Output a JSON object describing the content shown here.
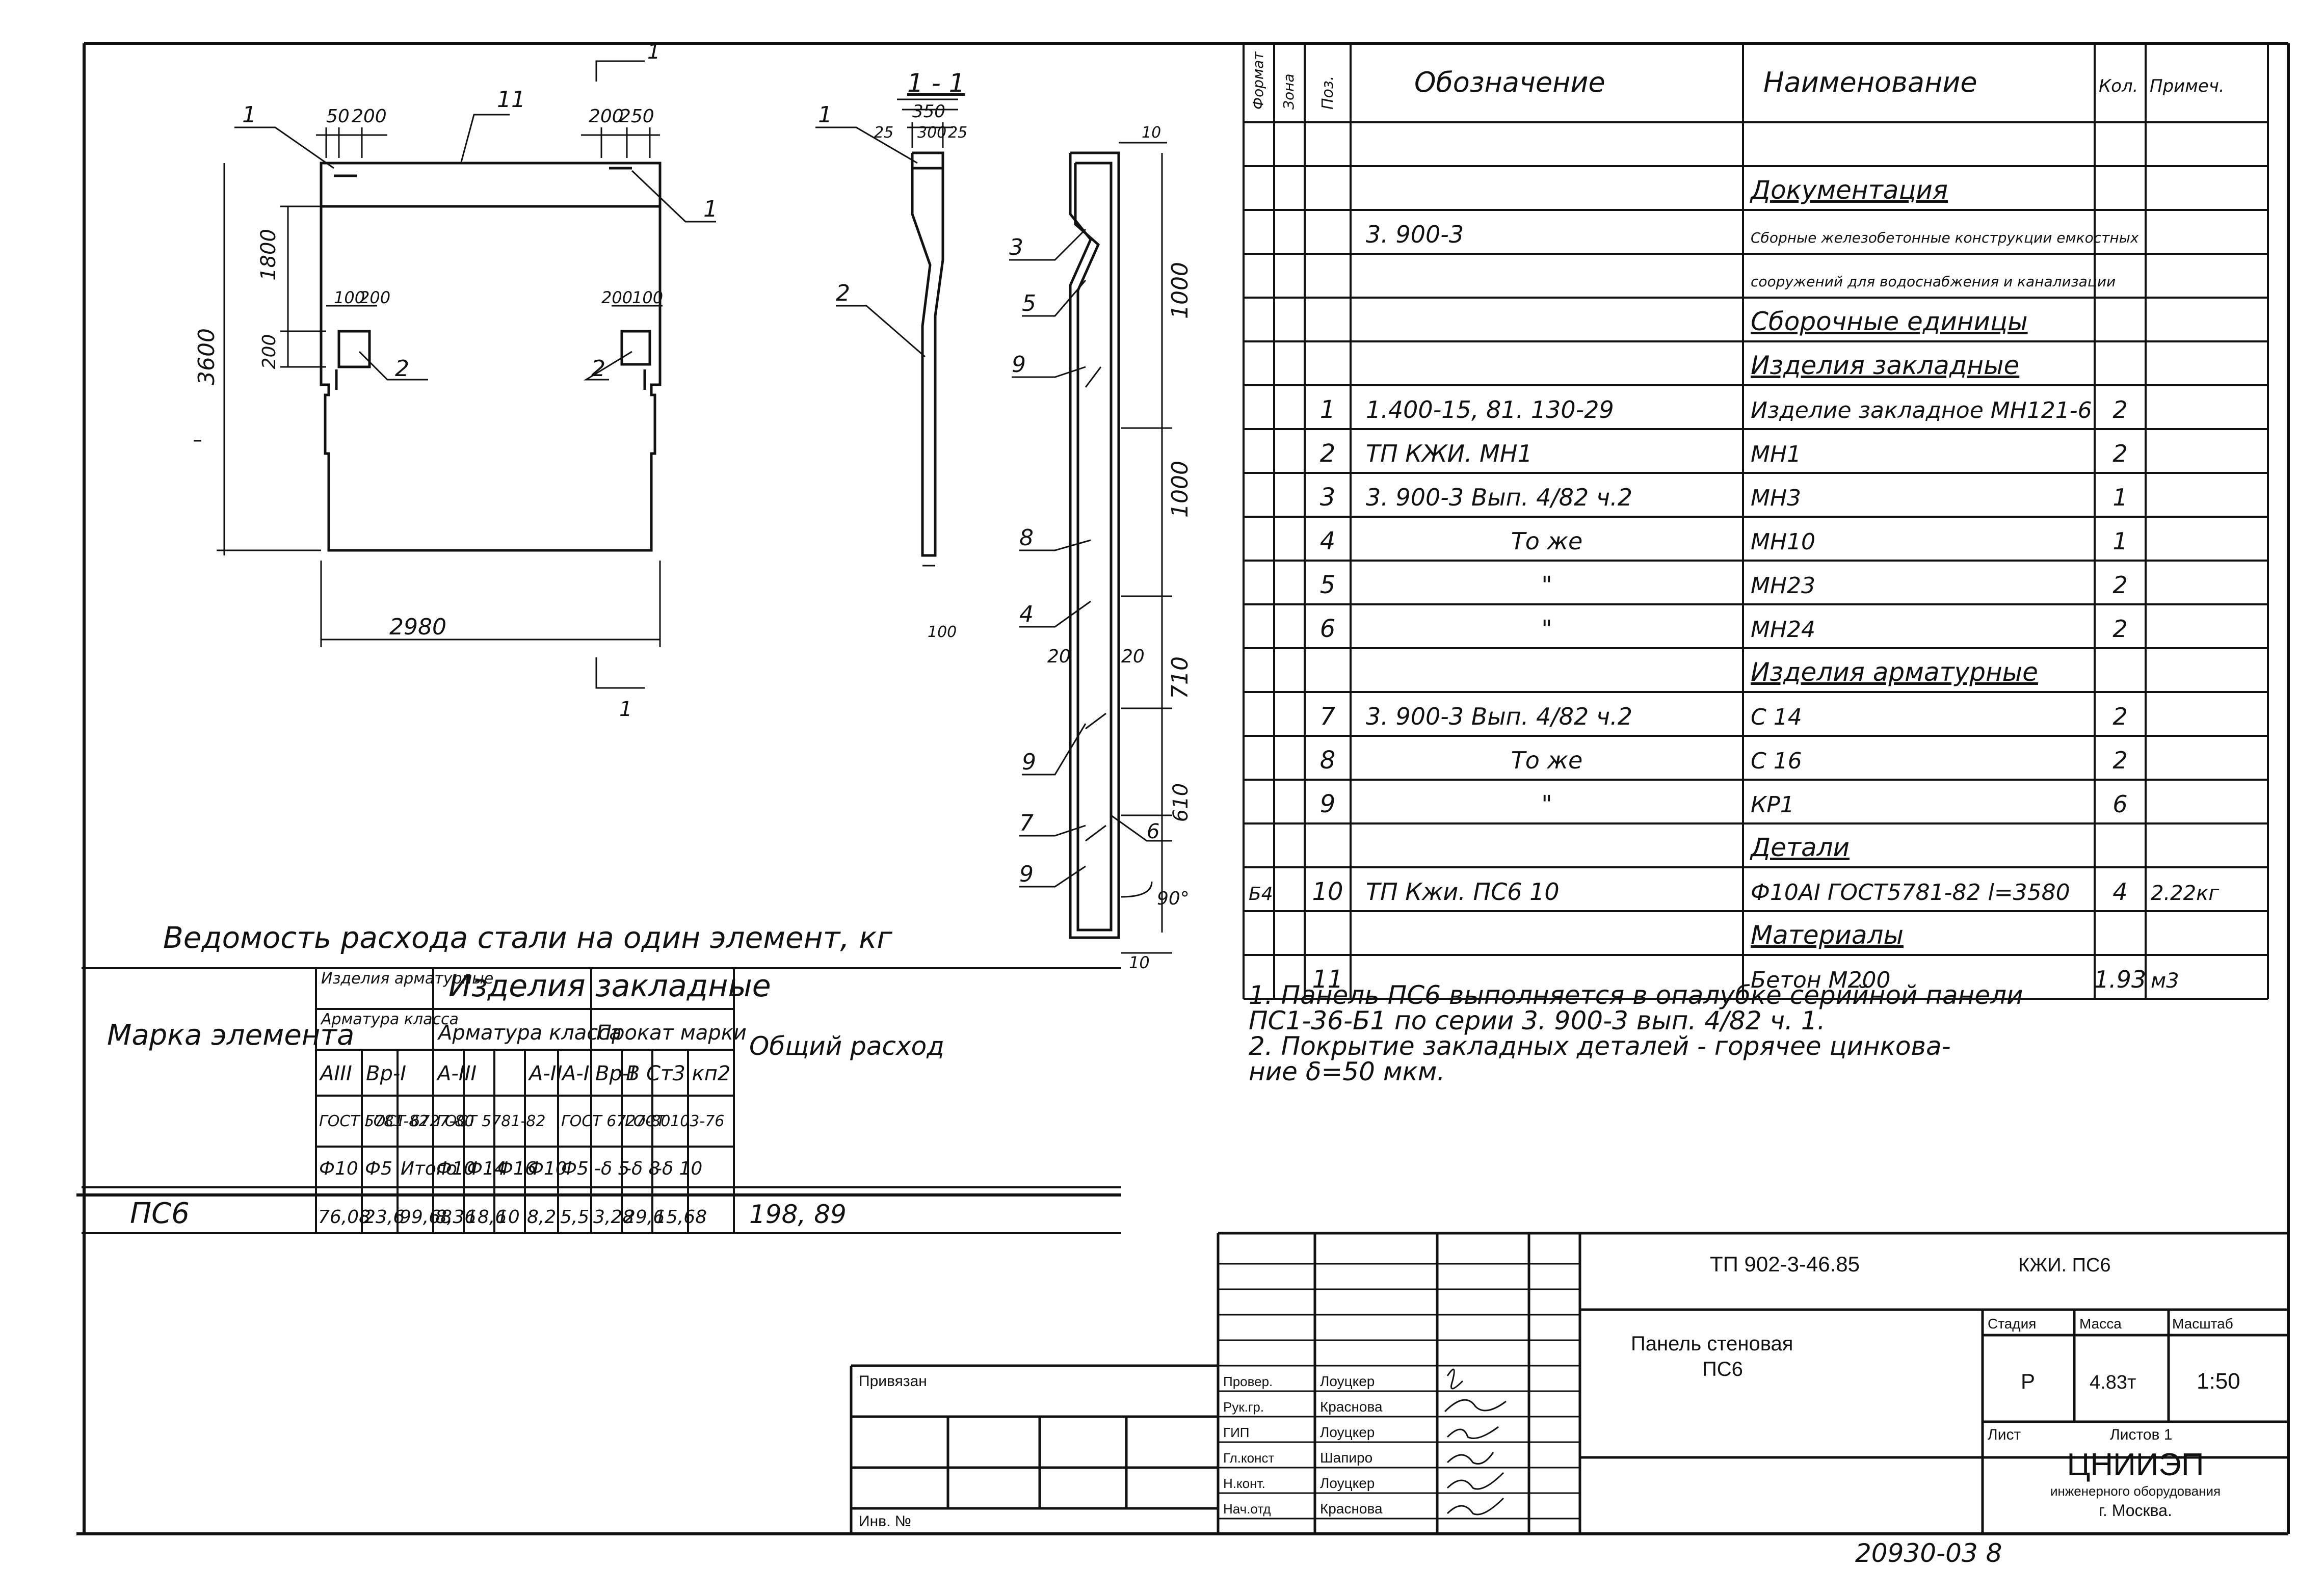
{
  "spec": {
    "header": [
      "Формат",
      "Зона",
      "Поз.",
      "Обозначение",
      "Наименование",
      "Кол.",
      "Примеч."
    ],
    "rows": [
      {
        "fmt": "",
        "pos": "",
        "des": "",
        "name": "",
        "qty": "",
        "note": ""
      },
      {
        "fmt": "",
        "pos": "",
        "des": "",
        "name": "Документация",
        "qty": "",
        "note": ""
      },
      {
        "fmt": "",
        "pos": "",
        "des": "3. 900-3",
        "name": "Сборные железобетонные конструкции емкостных",
        "qty": "",
        "note": ""
      },
      {
        "fmt": "",
        "pos": "",
        "des": "",
        "name": "сооружений для водоснабжения и канализации",
        "qty": "",
        "note": ""
      },
      {
        "fmt": "",
        "pos": "",
        "des": "",
        "name": "Сборочные единицы",
        "qty": "",
        "note": ""
      },
      {
        "fmt": "",
        "pos": "",
        "des": "",
        "name": "Изделия закладные",
        "qty": "",
        "note": ""
      },
      {
        "fmt": "",
        "pos": "1",
        "des": "1.400-15, 81. 130-29",
        "name": "Изделие закладное МН121-6",
        "qty": "2",
        "note": ""
      },
      {
        "fmt": "",
        "pos": "2",
        "des": "ТП                      КЖИ. МН1",
        "name": "МН1",
        "qty": "2",
        "note": ""
      },
      {
        "fmt": "",
        "pos": "3",
        "des": "3. 900-3 Вып. 4/82  ч.2",
        "name": "МН3",
        "qty": "1",
        "note": ""
      },
      {
        "fmt": "",
        "pos": "4",
        "des": "То же",
        "name": "МН10",
        "qty": "1",
        "note": ""
      },
      {
        "fmt": "",
        "pos": "5",
        "des": "\"",
        "name": "МН23",
        "qty": "2",
        "note": ""
      },
      {
        "fmt": "",
        "pos": "6",
        "des": "\"",
        "name": "МН24",
        "qty": "2",
        "note": ""
      },
      {
        "fmt": "",
        "pos": "",
        "des": "",
        "name": "Изделия арматурные",
        "qty": "",
        "note": ""
      },
      {
        "fmt": "",
        "pos": "7",
        "des": "3. 900-3 Вып. 4/82  ч.2",
        "name": "С 14",
        "qty": "2",
        "note": ""
      },
      {
        "fmt": "",
        "pos": "8",
        "des": "То же",
        "name": "С 16",
        "qty": "2",
        "note": ""
      },
      {
        "fmt": "",
        "pos": "9",
        "des": "\"",
        "name": "КР1",
        "qty": "6",
        "note": ""
      },
      {
        "fmt": "",
        "pos": "",
        "des": "",
        "name": "Детали",
        "qty": "",
        "note": ""
      },
      {
        "fmt": "Б4",
        "pos": "10",
        "des": "ТП                Кжи. ПС6 10",
        "name": "Ф10АI ГОСТ5781-82 l=3580",
        "qty": "4",
        "note": "2.22кг"
      },
      {
        "fmt": "",
        "pos": "",
        "des": "",
        "name": "Материалы",
        "qty": "",
        "note": ""
      },
      {
        "fmt": "",
        "pos": "11",
        "des": "",
        "name": "Бетон  М200",
        "qty": "1.93",
        "note": "м3"
      }
    ]
  },
  "notes": [
    "1. Панель ПС6 выполняется в опалубке серийной панели",
    "   ПС1-36-Б1  по серии 3. 900-3  вып.  4/82  ч. 1.",
    "2. Покрытие закладных деталей - горячее цинкова-",
    "   ние δ=50 мкм."
  ],
  "steel": {
    "title": "Ведомость расхода стали на один элемент, кг",
    "mark_label": "Марка элемента",
    "total_label": "Общий расход",
    "g1": "Изделия арматурные",
    "g2": "Изделия закладные",
    "g1_sub": "Арматура класса",
    "g2_sub": "Арматура класса",
    "g3_sub": "Прокат марки",
    "classes": [
      "АIII",
      "Вр-I",
      "А-III",
      "А-II",
      "А-I",
      "Вр-I",
      "В Ст3 кп2"
    ],
    "gosts": [
      "ГОСТ 5781-82",
      "ГОСТ 6727-80",
      "ГОСТ 5781-82",
      "ГОСТ 6727-80",
      "ГОСТ 103-76"
    ],
    "diams": [
      "Ф10",
      "Ф5",
      "Итого",
      "Ф10",
      "Ф14",
      "Ф16",
      "Ф10",
      "Ф5",
      "-δ 5",
      "-δ 8",
      "-δ 10",
      "",
      ""
    ],
    "row": {
      "mark": "ПС6",
      "values": [
        "76,08",
        "23,6",
        "99,68",
        "8,36",
        "18,6",
        "10",
        "8,2",
        "5,5",
        "3,28",
        "29,6",
        "15,68",
        ""
      ],
      "total": "198, 89"
    }
  },
  "plan": {
    "width": "2980",
    "height": "3600",
    "h1": "1800",
    "h2": "200",
    "top_dims": [
      "50",
      "200",
      "200",
      "250"
    ],
    "mid_dims": [
      "100",
      "200",
      "200",
      "100"
    ],
    "callouts": [
      "1",
      "11",
      "1",
      "2",
      "2"
    ],
    "cut": "1"
  },
  "section": {
    "title": "1 - 1",
    "dims": [
      "350",
      "25",
      "300",
      "25",
      "100"
    ],
    "callouts": [
      "1",
      "2"
    ]
  },
  "detail": {
    "dims": [
      "10",
      "1000",
      "1000",
      "710",
      "610",
      "20",
      "20",
      "90°",
      "10"
    ],
    "callouts": [
      "3",
      "5",
      "9",
      "8",
      "4",
      "9",
      "7",
      "9",
      "6"
    ]
  },
  "stamp": {
    "code": "ТП 902-3-46.85",
    "doc": "КЖИ. ПС6",
    "title_line1": "Панель стеновая",
    "title_line2": "ПС6",
    "stage_h": "Стадия",
    "mass_h": "Масса",
    "scale_h": "Масштаб",
    "stage": "Р",
    "mass": "4.83т",
    "scale": "1:50",
    "sheet_h": "Лист",
    "sheets_h": "Листов 1",
    "org1": "ЦНИИЭП",
    "org2": "инженерного оборудования",
    "org3": "г. Москва.",
    "linked": "Привязан",
    "inv": "Инв. №",
    "roles": [
      {
        "role": "Провер.",
        "name": "Лоуцкер"
      },
      {
        "role": "Рук.гр.",
        "name": "Краснова"
      },
      {
        "role": "ГИП",
        "name": "Лоуцкер"
      },
      {
        "role": "Гл.конст",
        "name": "Шапиро"
      },
      {
        "role": "Н.конт.",
        "name": "Лоуцкер"
      },
      {
        "role": "Нач.отд",
        "name": "Краснова"
      }
    ],
    "number": "20930-03  8"
  }
}
